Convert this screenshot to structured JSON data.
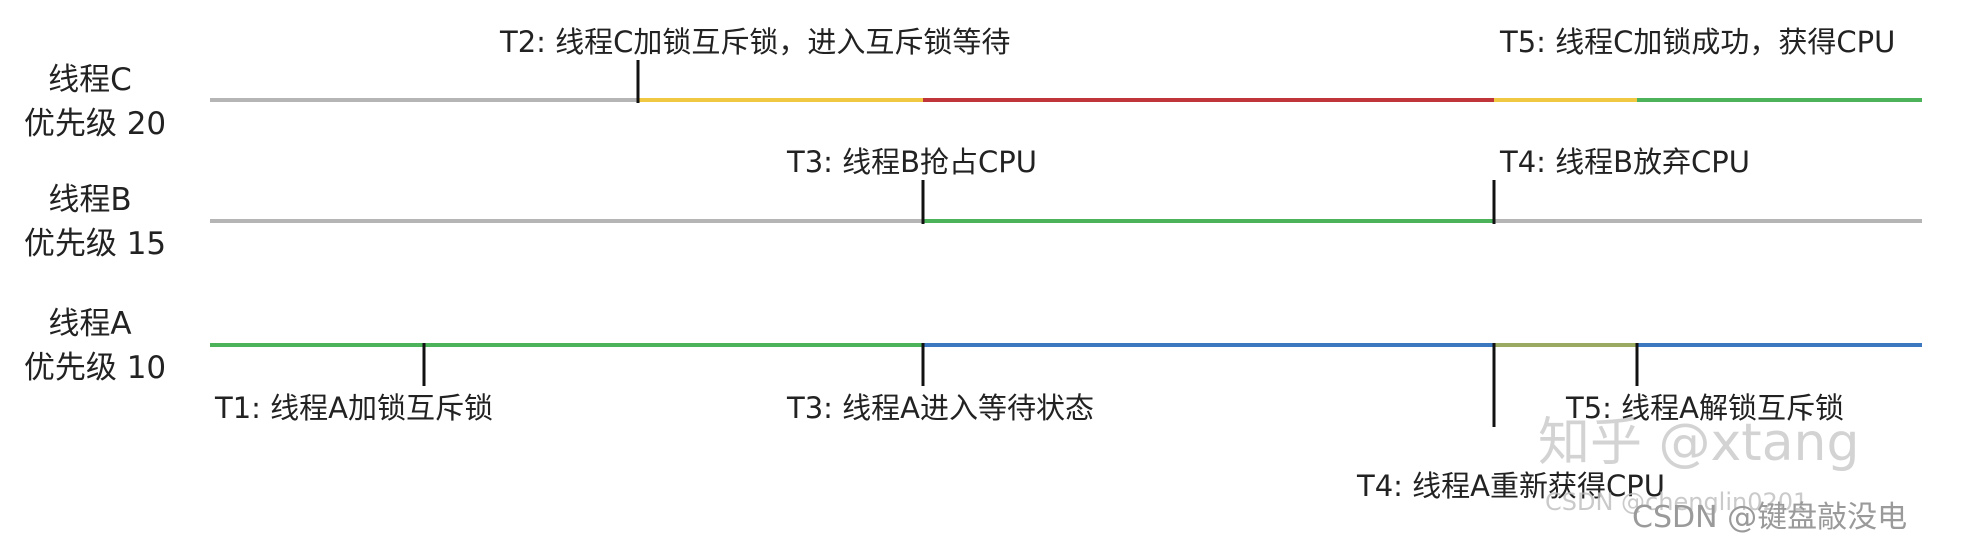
{
  "threads": [
    {
      "id": "C",
      "name": "线程C",
      "priority": "优先级 20",
      "segments": [
        {
          "from": 0,
          "to": 1,
          "state": "idle"
        },
        {
          "from": 1,
          "to": 2,
          "state": "lock_wait"
        },
        {
          "from": 2,
          "to": 3,
          "state": "preempted"
        },
        {
          "from": 3,
          "to": 4,
          "state": "lock_wait"
        },
        {
          "from": 4,
          "to": 5,
          "state": "running"
        }
      ],
      "markers": [
        1,
        4
      ],
      "events": [
        {
          "at": 1,
          "text": "T2: 线程C加锁互斥锁，进入互斥锁等待"
        },
        {
          "at": 4,
          "text": "T5: 线程C加锁成功，获得CPU"
        }
      ]
    },
    {
      "id": "B",
      "name": "线程B",
      "priority": "优先级 15",
      "segments": [
        {
          "from": 0,
          "to": 2,
          "state": "idle"
        },
        {
          "from": 2,
          "to": 3,
          "state": "running"
        },
        {
          "from": 3,
          "to": 5,
          "state": "idle"
        }
      ],
      "markers": [
        2,
        3
      ],
      "events": [
        {
          "at": 2,
          "text": "T3: 线程B抢占CPU"
        },
        {
          "at": 3,
          "text": "T4: 线程B放弃CPU"
        }
      ]
    },
    {
      "id": "A",
      "name": "线程A",
      "priority": "优先级 10",
      "segments": [
        {
          "from": 0,
          "to": 2,
          "state": "running"
        },
        {
          "from": 2,
          "to": 3,
          "state": "blocked"
        },
        {
          "from": 3,
          "to": 4,
          "state": "running_with_lock"
        },
        {
          "from": 4,
          "to": 5,
          "state": "blocked"
        }
      ],
      "markers": [
        0.5,
        2,
        3,
        4
      ],
      "events": [
        {
          "at": 0.5,
          "text": "T1: 线程A加锁互斥锁"
        },
        {
          "at": 2,
          "text": "T3: 线程A进入等待状态"
        },
        {
          "at": 4,
          "text": "T5: 线程A解锁互斥锁"
        },
        {
          "at": 3,
          "text": "T4: 线程A重新获得CPU"
        }
      ]
    }
  ],
  "colors": {
    "idle": "#b5b5b5",
    "lock_wait": "#f0c842",
    "preempted": "#c0353a",
    "running": "#4db35a",
    "running_with_lock": "#9aaa60",
    "blocked": "#3c78bf",
    "marker": "#111111"
  },
  "watermark": {
    "site": "知乎 @xtang",
    "faint": "CSDN @chenglin0201",
    "credit": "CSDN @键盘敲没电"
  }
}
